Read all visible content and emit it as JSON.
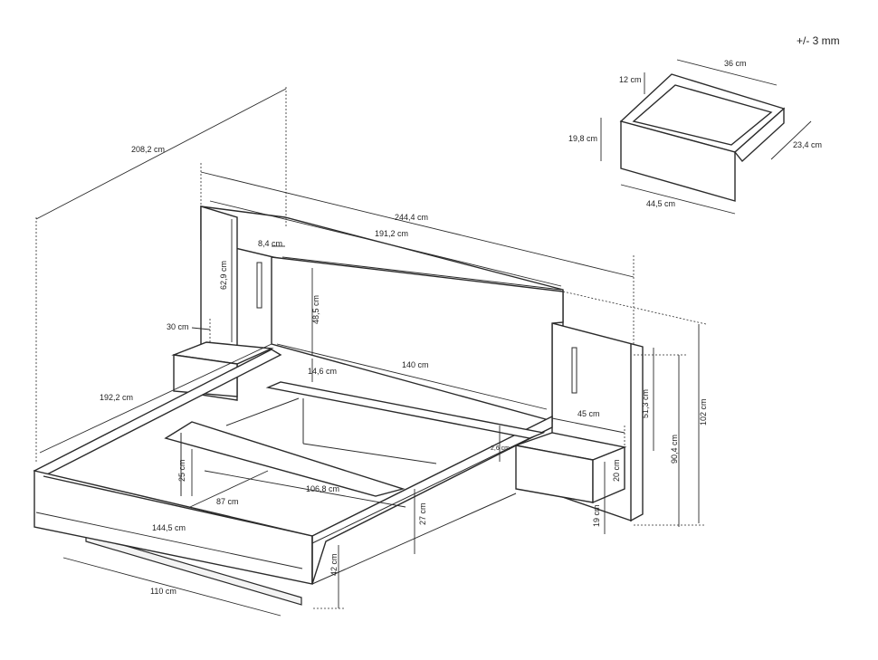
{
  "tolerance": "+/- 3 mm",
  "colors": {
    "ink": "#2b2b2b",
    "background": "#ffffff"
  },
  "dimensions": {
    "overall_length": "208,2 cm",
    "overall_width": "244,4 cm",
    "headboard_width": "191,2 cm",
    "lamp_offset": "8,4 cm",
    "headboard_height": "62,9 cm",
    "cushion_height": "48,5 cm",
    "shelf_depth": "30 cm",
    "shelf_gap": "14,6 cm",
    "mattress_width": "140 cm",
    "frame_length": "192,2 cm",
    "side_panel_height": "51,3 cm",
    "nightstand_width": "45 cm",
    "rail_thickness": "2,6 cm",
    "slat_height": "25 cm",
    "slat_span": "87 cm",
    "slat_length": "106,8 cm",
    "frame_width": "144,5 cm",
    "base_width": "110 cm",
    "frame_height": "27 cm",
    "bed_height": "42 cm",
    "nightstand_height": "20 cm",
    "nightstand_elevation": "19 cm",
    "side_height": "90,4 cm",
    "total_height": "102 cm"
  },
  "drawer": {
    "width": "36 cm",
    "front_height": "12 cm",
    "height": "19,8 cm",
    "depth": "23,4 cm",
    "front_width": "44,5 cm"
  }
}
